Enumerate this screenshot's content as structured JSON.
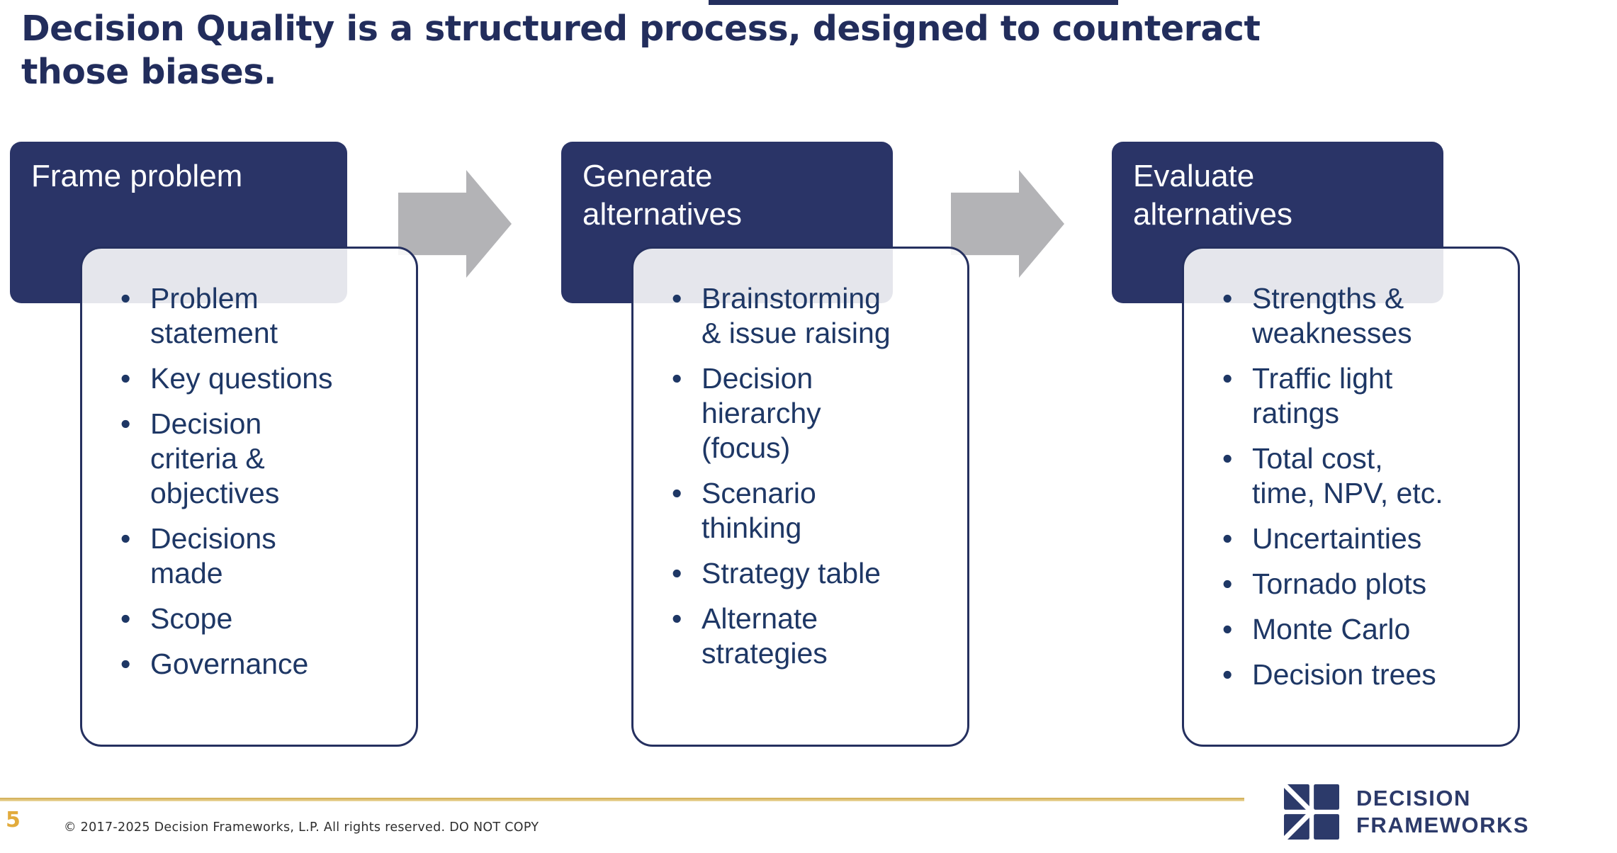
{
  "slide": {
    "title": "Decision Quality is a structured process, designed to counteract\nthose biases.",
    "page_number": "5",
    "copyright": "© 2017-2025 Decision Frameworks, L.P. All rights reserved. DO NOT COPY"
  },
  "colors": {
    "navy_box": "#2a3467",
    "title_navy": "#222d5c",
    "bullet_navy": "#1e3765",
    "card_border": "#25305f",
    "arrow_gray": "#b3b3b6",
    "footer_gold_line": "#d9b456",
    "page_number_gold": "#e2ab3c",
    "logo_navy": "#2c3a6a"
  },
  "columns": [
    {
      "header": "Frame problem",
      "items": [
        "Problem\nstatement",
        "Key questions",
        "Decision\ncriteria &\nobjectives",
        "Decisions\nmade",
        "Scope",
        "Governance"
      ]
    },
    {
      "header": "Generate\nalternatives",
      "items": [
        "Brainstorming\n& issue raising",
        "Decision\nhierarchy\n(focus)",
        "Scenario\nthinking",
        "Strategy table",
        "Alternate\nstrategies"
      ]
    },
    {
      "header": "Evaluate\nalternatives",
      "items": [
        "Strengths &\nweaknesses",
        "Traffic light\nratings",
        "Total cost,\ntime, NPV, etc.",
        "Uncertainties",
        "Tornado plots",
        "Monte Carlo",
        "Decision trees"
      ]
    }
  ],
  "logo": {
    "text": "DECISION\nFRAMEWORKS",
    "icon": "decision-frameworks-grid-icon"
  }
}
